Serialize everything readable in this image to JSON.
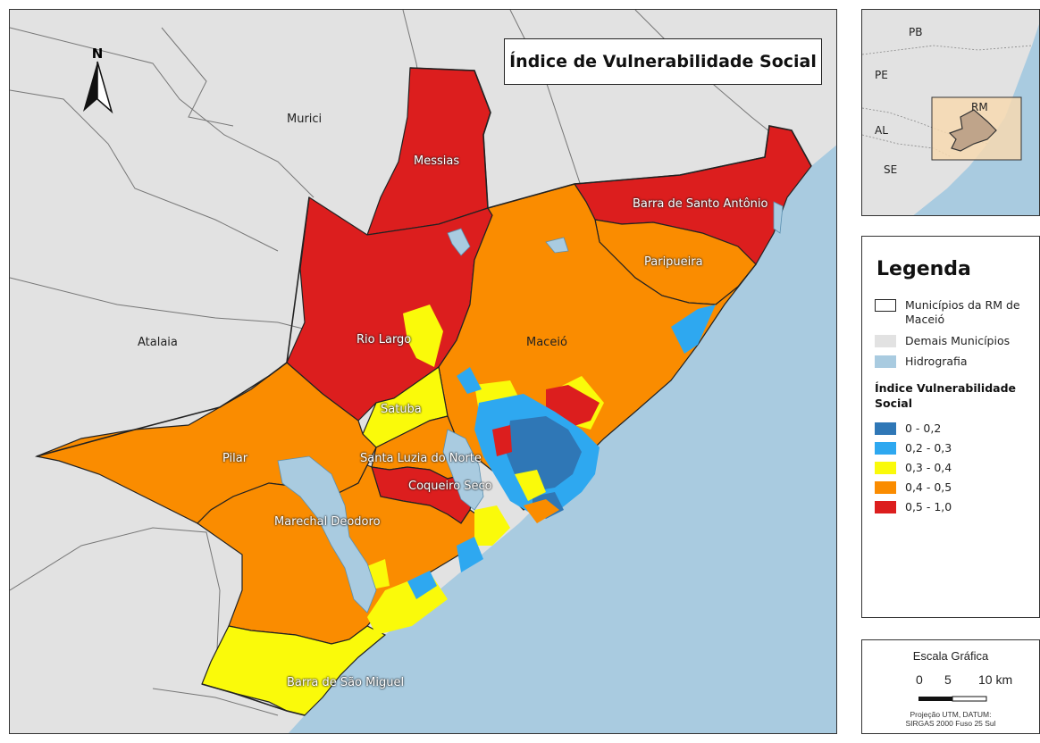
{
  "title": "Índice de Vulnerabilidade Social",
  "north_label": "N",
  "colors": {
    "ocean": "#a9cbe0",
    "other_municipalities": "#e2e2e2",
    "class_0": "#2f77b6",
    "class_1": "#2ea8f0",
    "class_2": "#fafa0a",
    "class_3": "#fa8c00",
    "class_4": "#dc1e1e",
    "boundary": "#222222"
  },
  "municipalities": {
    "rm": [
      {
        "name": "Messias",
        "class": "0,5 - 1,0"
      },
      {
        "name": "Barra de Santo Antônio",
        "class": "0,5 - 1,0"
      },
      {
        "name": "Paripueira",
        "class": "0,4 - 0,5"
      },
      {
        "name": "Rio Largo",
        "class": "0,5 - 1,0"
      },
      {
        "name": "Maceió",
        "class": "0,4 - 0,5"
      },
      {
        "name": "Satuba",
        "class": "0,3 - 0,4"
      },
      {
        "name": "Santa Luzia do Norte",
        "class": "0,4 - 0,5"
      },
      {
        "name": "Coqueiro Seco",
        "class": "0,5 - 1,0"
      },
      {
        "name": "Pilar",
        "class": "0,4 - 0,5"
      },
      {
        "name": "Marechal Deodoro",
        "class": "0,4 - 0,5"
      },
      {
        "name": "Barra de São Miguel",
        "class": "0,3 - 0,4"
      }
    ],
    "others": [
      {
        "name": "Murici"
      },
      {
        "name": "Atalaia"
      }
    ]
  },
  "inset": {
    "states": [
      "PB",
      "PE",
      "AL",
      "SE"
    ],
    "rm_label": "RM"
  },
  "legend": {
    "title": "Legenda",
    "items": [
      {
        "label": "Municípios da RM de Maceió",
        "kind": "outline"
      },
      {
        "label": "Demais Municípios",
        "kind": "gray"
      },
      {
        "label": "Hidrografia",
        "kind": "water"
      }
    ],
    "classes_title": "Índice Vulnerabilidade Social",
    "classes": [
      {
        "label": "0 - 0,2",
        "color": "#2f77b6"
      },
      {
        "label": "0,2 - 0,3",
        "color": "#2ea8f0"
      },
      {
        "label": "0,3 - 0,4",
        "color": "#fafa0a"
      },
      {
        "label": "0,4 - 0,5",
        "color": "#fa8c00"
      },
      {
        "label": "0,5 - 1,0",
        "color": "#dc1e1e"
      }
    ]
  },
  "scale": {
    "title": "Escala Gráfica",
    "ticks": [
      "0",
      "5",
      "10 km"
    ],
    "note_line1": "Projeção UTM, DATUM:",
    "note_line2": "SIRGAS 2000 Fuso 25 Sul"
  }
}
